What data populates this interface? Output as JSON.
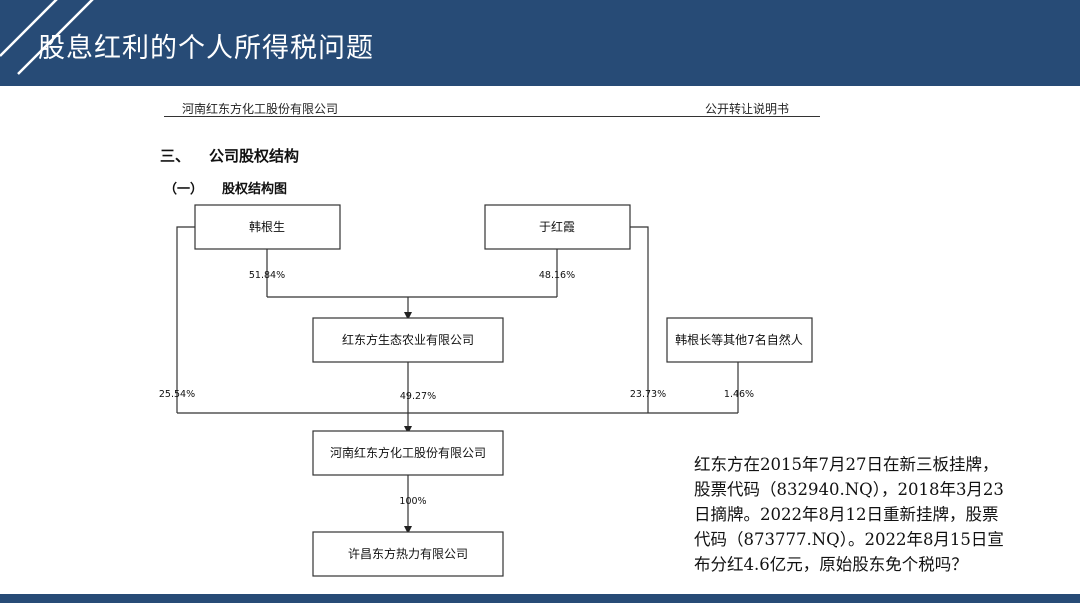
{
  "slide": {
    "title": "股息红利的个人所得税问题"
  },
  "document": {
    "company": "河南红东方化工股份有限公司",
    "doc_type": "公开转让说明书",
    "section_num": "三、",
    "section_title": "公司股权结构",
    "subsection_num": "（一）",
    "subsection_title": "股权结构图"
  },
  "ownership_chart": {
    "nodes": {
      "han_gensheng": "韩根生",
      "yu_hongxia": "于红霞",
      "hongdongfang_eco": "红东方生态农业有限公司",
      "others": "韩根长等其他7名自然人",
      "henan_hongdongfang": "河南红东方化工股份有限公司",
      "xuchang_thermal": "许昌东方热力有限公司"
    },
    "percentages": {
      "han_to_eco": "51.84%",
      "yu_to_eco": "48.16%",
      "han_direct": "25.54%",
      "eco_to_henan": "49.27%",
      "yu_direct": "23.73%",
      "others_direct": "1.46%",
      "henan_to_xuchang": "100%"
    }
  },
  "note": {
    "lines": [
      "红东方在2015年7月27日在新三板挂牌，",
      "股票代码（832940.NQ），2018年3月23",
      "日摘牌。2022年8月12日重新挂牌，股票",
      "代码（873777.NQ）。2022年8月15日宣",
      "布分红4.6亿元，原始股东免个税吗？"
    ]
  },
  "colors": {
    "header_bg": "#274b76",
    "text": "#111111"
  }
}
